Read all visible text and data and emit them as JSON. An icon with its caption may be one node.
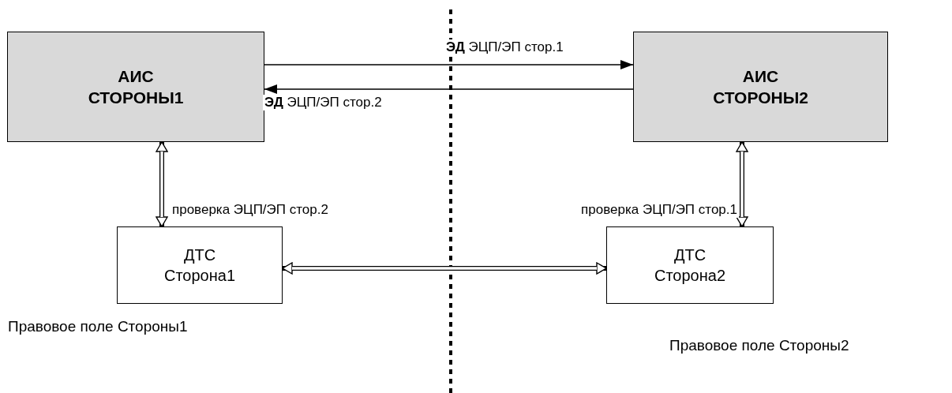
{
  "diagram": {
    "nodes": [
      {
        "text": [
          "АИС СТОРОНЫ1"
        ]
      },
      {
        "text": [
          "АИС СТОРОНЫ2"
        ]
      },
      {
        "text": [
          "ДТС Сторона1"
        ]
      },
      {
        "text": [
          "ДТС Сторона2"
        ]
      }
    ],
    "edges": [
      {
        "from": 0,
        "to": 1,
        "arrow": "to",
        "label": "**ЭД** ЭЦП/ЭП стор.1"
      },
      {
        "from": 1,
        "to": 0,
        "arrow": "to",
        "label": "**ЭД** ЭЦП/ЭП стор.2"
      },
      {
        "from": 0,
        "to": 2,
        "arrow": "both",
        "label": "проверка ЭЦП/ЭП стор.2"
      },
      {
        "from": 1,
        "to": 3,
        "arrow": "both",
        "label": "проверка ЭЦП/ЭП стор.1"
      },
      {
        "from": 2,
        "to": 3,
        "arrow": "both"
      }
    ],
    "labels": [
      "Правовое поле Стороны1",
      "Правовое поле Стороны2"
    ]
  }
}
